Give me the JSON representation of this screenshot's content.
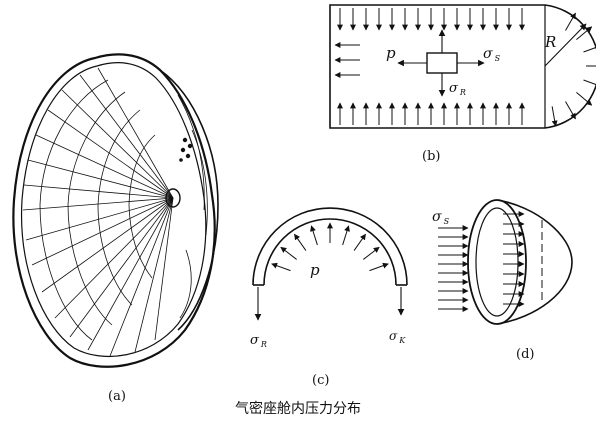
{
  "figure": {
    "caption": "气密座舱内压力分布",
    "panel_a": {
      "label": "(a)"
    },
    "panel_b": {
      "label": "(b)",
      "p": "p",
      "sigma": "σ",
      "sub_s": "S",
      "sub_r": "R",
      "radius": "R"
    },
    "panel_c": {
      "label": "(c)",
      "p": "p",
      "sigma": "σ",
      "sub_r": "R",
      "sub_k": "K"
    },
    "panel_d": {
      "label": "(d)",
      "sigma": "σ",
      "sub_s": "S"
    }
  },
  "colors": {
    "ink": "#111111",
    "background": "#ffffff"
  }
}
